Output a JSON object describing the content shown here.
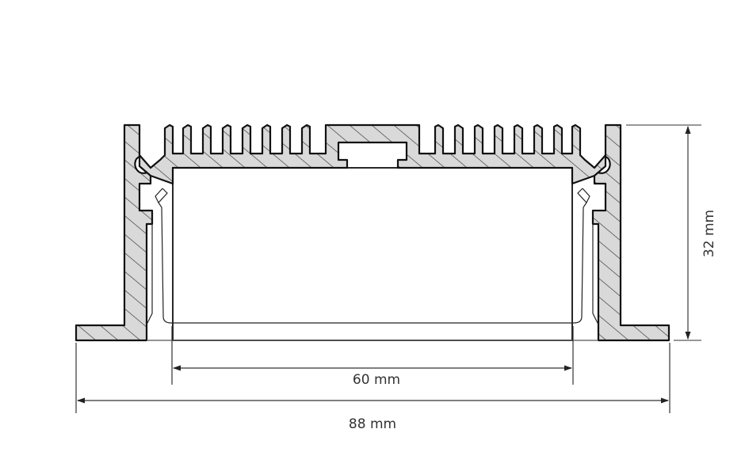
{
  "diagram": {
    "type": "profile-cross-section",
    "subject": "Aluminium LED profile with heatsink fins (cross-section)",
    "colors": {
      "fill": "#d9d9d9",
      "outline": "#111111",
      "hatch": "#333333",
      "dimension_line": "#555555",
      "text": "#333333"
    },
    "fins": {
      "left_count": 8,
      "right_count": 8
    }
  },
  "dimensions": {
    "height": {
      "label": "32 mm",
      "value": 32,
      "unit": "mm",
      "orientation": "vertical"
    },
    "inner_width": {
      "label": "60 mm",
      "value": 60,
      "unit": "mm",
      "orientation": "horizontal"
    },
    "overall_width": {
      "label": "88 mm",
      "value": 88,
      "unit": "mm",
      "orientation": "horizontal"
    }
  }
}
